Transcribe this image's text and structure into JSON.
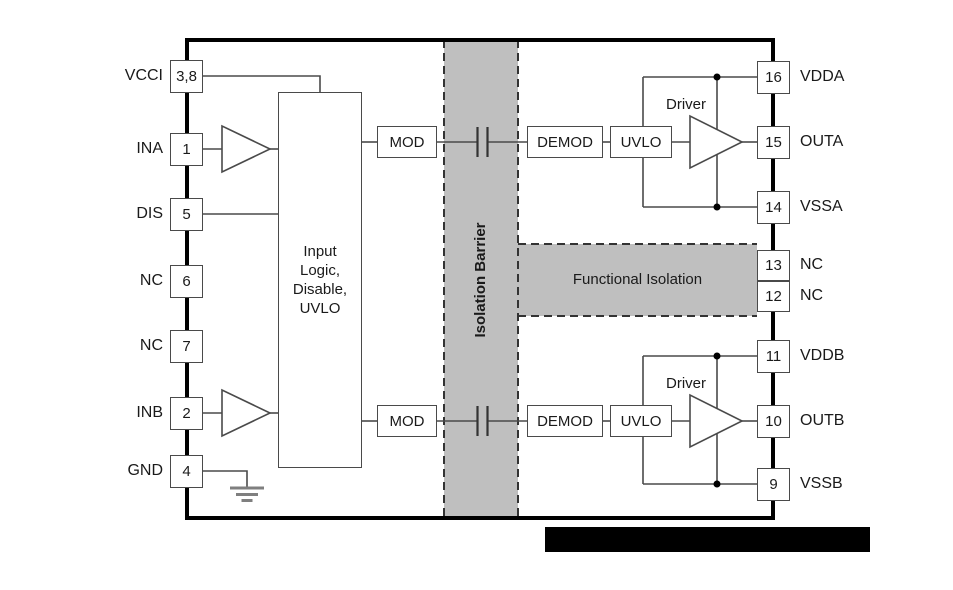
{
  "diagram": {
    "left_pins": [
      {
        "label": "VCCI",
        "pin": "3,8"
      },
      {
        "label": "INA",
        "pin": "1"
      },
      {
        "label": "DIS",
        "pin": "5"
      },
      {
        "label": "NC",
        "pin": "6"
      },
      {
        "label": "NC",
        "pin": "7"
      },
      {
        "label": "INB",
        "pin": "2"
      },
      {
        "label": "GND",
        "pin": "4"
      }
    ],
    "right_pins": [
      {
        "pin": "16",
        "label": "VDDA"
      },
      {
        "pin": "15",
        "label": "OUTA"
      },
      {
        "pin": "14",
        "label": "VSSA"
      },
      {
        "pin": "13",
        "label": "NC"
      },
      {
        "pin": "12",
        "label": "NC"
      },
      {
        "pin": "11",
        "label": "VDDB"
      },
      {
        "pin": "10",
        "label": "OUTB"
      },
      {
        "pin": "9",
        "label": "VSSB"
      }
    ],
    "input_block": {
      "line1": "Input",
      "line2": "Logic,",
      "line3": "Disable,",
      "line4": "UVLO"
    },
    "channel_a": {
      "mod": "MOD",
      "demod": "DEMOD",
      "uvlo": "UVLO",
      "driver": "Driver"
    },
    "channel_b": {
      "mod": "MOD",
      "demod": "DEMOD",
      "uvlo": "UVLO",
      "driver": "Driver"
    },
    "isolation_barrier_label": "Isolation Barrier",
    "functional_isolation_label": "Functional Isolation",
    "colors": {
      "band_gray": "#bfbfbf",
      "wire": "#4a4a4a",
      "package_outline": "#000000",
      "redaction_bar": "#000000",
      "background": "#ffffff"
    }
  }
}
